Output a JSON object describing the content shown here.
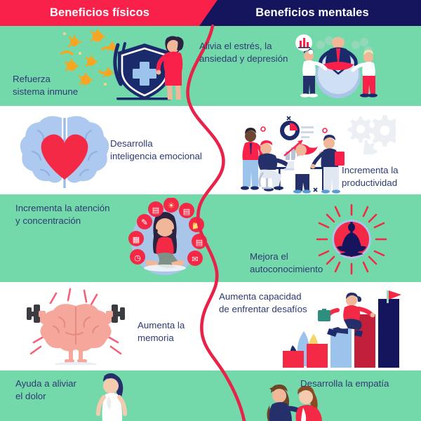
{
  "header": {
    "left_title": "Beneficios físicos",
    "right_title": "Beneficios mentales",
    "left_bg": "#f9214a",
    "right_bg": "#14155c",
    "title_color": "#ffffff"
  },
  "theme": {
    "green_band": "#73d9ab",
    "white_band": "#ffffff",
    "divider_line": "#e8234a",
    "text_color": "#2e3a72",
    "accent_red": "#f9214a",
    "accent_navy": "#14155c",
    "accent_blue": "#9cc3ec",
    "accent_pink": "#f5a79b"
  },
  "rows": [
    {
      "id": "row-1",
      "background": "green",
      "left": {
        "caption": "Refuerza\nsistema inmune",
        "illustration": "shield-immune-icon"
      },
      "right": {
        "caption": "Alivia el estrés, la\nansiedad y depresión",
        "illustration": "meditating-businessman-clock-icon"
      }
    },
    {
      "id": "row-2",
      "background": "white",
      "left": {
        "caption": "Desarrolla\ninteligencia emocional",
        "illustration": "brain-heart-icon"
      },
      "right": {
        "caption": "Incrementa la\nproductividad",
        "illustration": "office-team-gears-icon"
      }
    },
    {
      "id": "row-3",
      "background": "green",
      "left": {
        "caption": "Incrementa la atención\ny concentración",
        "illustration": "yoga-woman-task-icons"
      },
      "right": {
        "caption": "Mejora el\nautoconocimiento",
        "illustration": "meditation-sunburst-icon"
      }
    },
    {
      "id": "row-4",
      "background": "white",
      "left": {
        "caption": "Aumenta la\nmemoria",
        "illustration": "brain-dumbbells-icon"
      },
      "right": {
        "caption": "Aumenta capacidad\nde enfrentar desafíos",
        "illustration": "climbing-bar-chart-flag-icon"
      }
    },
    {
      "id": "row-5",
      "background": "green",
      "left": {
        "caption": "Ayuda a aliviar\nel dolor",
        "illustration": "standing-woman-icon"
      },
      "right": {
        "caption": "Desarrolla la empatía",
        "illustration": "two-friends-hug-icon"
      }
    }
  ]
}
